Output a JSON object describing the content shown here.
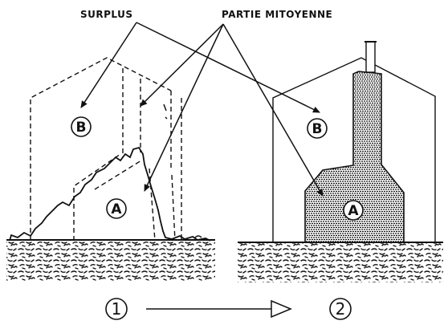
{
  "labels": {
    "surplus": "SURPLUS",
    "partie_mitoyenne": "PARTIE MITOYENNE"
  },
  "zones": {
    "left_a": "A",
    "left_b": "B",
    "right_a": "A",
    "right_b": "B"
  },
  "steps": {
    "from": "1",
    "to": "2"
  },
  "colors": {
    "ink": "#111111",
    "background": "#ffffff"
  }
}
